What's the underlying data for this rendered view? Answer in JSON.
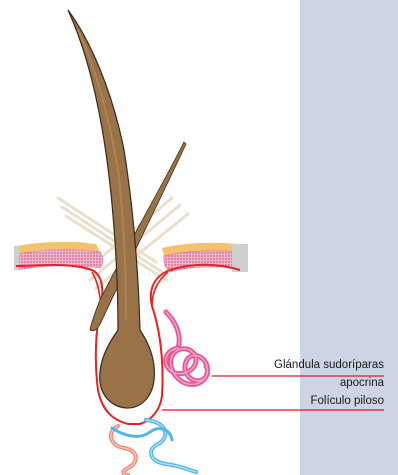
{
  "diagram": {
    "labels": [
      {
        "id": "gland",
        "line1": "Glándula sudoríparas",
        "line2": "apocrina"
      },
      {
        "id": "follicle",
        "line1": "Folículo piloso"
      }
    ]
  },
  "colors": {
    "side_panel": "#cdd4e4",
    "hair": "#9a7248",
    "hair_outline": "#3a2a18",
    "follicle_line": "#e4241c",
    "gland": "#e8549a",
    "skin_pink": "#f4b8c8",
    "skin_dots": "#b8307a",
    "skin_top": "#f5c070",
    "dermis_gray": "#cfcfcf",
    "cross_fibers": "#e6dcc8",
    "tube_blue": "#55b6e6",
    "tube_salmon": "#f08878",
    "pointer_line": "#d42020"
  }
}
